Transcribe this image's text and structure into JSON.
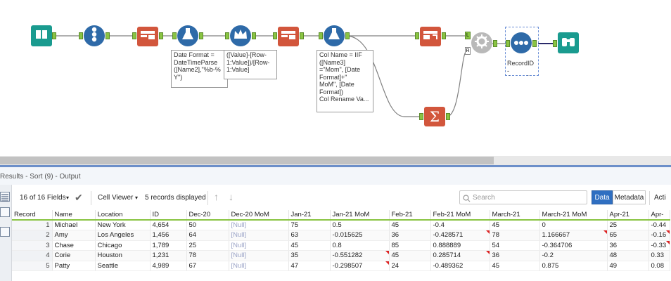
{
  "canvas": {
    "annotations": [
      {
        "text": "Date Format =\nDateTimeParse\n([Name2],\"%b-%\nY\")"
      },
      {
        "text": "([Value]-[Row-\n1:Value])/[Row-\n1:Value]"
      },
      {
        "text": "Col Name = IIF\n([Name3]\n=\"Mom\", [Date\nFormat]+\"\nMoM\", [Date\nFormat])\nCol Rename Va..."
      },
      {
        "text": "RecordID -\nAscending"
      }
    ],
    "tools": [
      {
        "name": "input-data-tool",
        "color": "#1a9b8f",
        "icon": "book-icon"
      },
      {
        "name": "record-id-tool",
        "color": "#2e6aa8",
        "icon": "numbers-icon"
      },
      {
        "name": "transpose-tool-1",
        "color": "#d2563c",
        "icon": "table-arrow-icon"
      },
      {
        "name": "formula-tool-1",
        "color": "#2e6aa8",
        "icon": "flask-icon"
      },
      {
        "name": "multi-row-formula-tool",
        "color": "#2e6aa8",
        "icon": "crown-icon"
      },
      {
        "name": "transpose-tool-2",
        "color": "#d2563c",
        "icon": "table-arrow-icon"
      },
      {
        "name": "formula-tool-2",
        "color": "#2e6aa8",
        "icon": "flask-icon"
      },
      {
        "name": "cross-tab-tool",
        "color": "#d2563c",
        "icon": "table-arrow-icon"
      },
      {
        "name": "summarize-tool",
        "color": "#d2563c",
        "icon": "sigma-icon"
      },
      {
        "name": "join-tool",
        "color": "#9a9a9a",
        "icon": "gear-icon"
      },
      {
        "name": "sort-tool",
        "color": "#2e6aa8",
        "icon": "dots-icon"
      },
      {
        "name": "browse-tool",
        "color": "#1a9b8f",
        "icon": "binoculars-icon"
      }
    ],
    "anchor_labels": {
      "left": "L",
      "right": "R"
    }
  },
  "results": {
    "title": "Results - Sort (9) - Output",
    "fields_label": "16 of 16 Fields",
    "cell_viewer_label": "Cell Viewer",
    "records_label": "5 records displayed",
    "search_placeholder": "Search",
    "data_button": "Data",
    "metadata_button": "Metadata",
    "actions_label": "Acti"
  },
  "grid": {
    "columns": [
      "Record",
      "Name",
      "Location",
      "ID",
      "Dec-20",
      "Dec-20 MoM",
      "Jan-21",
      "Jan-21 MoM",
      "Feb-21",
      "Feb-21 MoM",
      "March-21",
      "March-21 MoM",
      "Apr-21",
      "Apr-"
    ],
    "rows": [
      [
        "1",
        "Michael",
        "New York",
        "4,654",
        "50",
        "[Null]",
        "75",
        "0.5",
        "45",
        "-0.4",
        "45",
        "0",
        "25",
        "-0.44"
      ],
      [
        "2",
        "Amy",
        "Los Angeles",
        "1,456",
        "64",
        "[Null]",
        "63",
        "-0.015625",
        "36",
        "-0.428571",
        "78",
        "1.166667",
        "65",
        "-0.16"
      ],
      [
        "3",
        "Chase",
        "Chicago",
        "1,789",
        "25",
        "[Null]",
        "45",
        "0.8",
        "85",
        "0.888889",
        "54",
        "-0.364706",
        "36",
        "-0.33"
      ],
      [
        "4",
        "Corie",
        "Houston",
        "1,231",
        "78",
        "[Null]",
        "35",
        "-0.551282",
        "45",
        "0.285714",
        "36",
        "-0.2",
        "48",
        "0.33"
      ],
      [
        "5",
        "Patty",
        "Seattle",
        "4,989",
        "67",
        "[Null]",
        "47",
        "-0.298507",
        "24",
        "-0.489362",
        "45",
        "0.875",
        "49",
        "0.08"
      ]
    ]
  },
  "colors": {
    "accent": "#2f6fc1",
    "header_underline": "#8ac443",
    "null_text": "#9aa3c7",
    "flag": "#dd2222"
  }
}
